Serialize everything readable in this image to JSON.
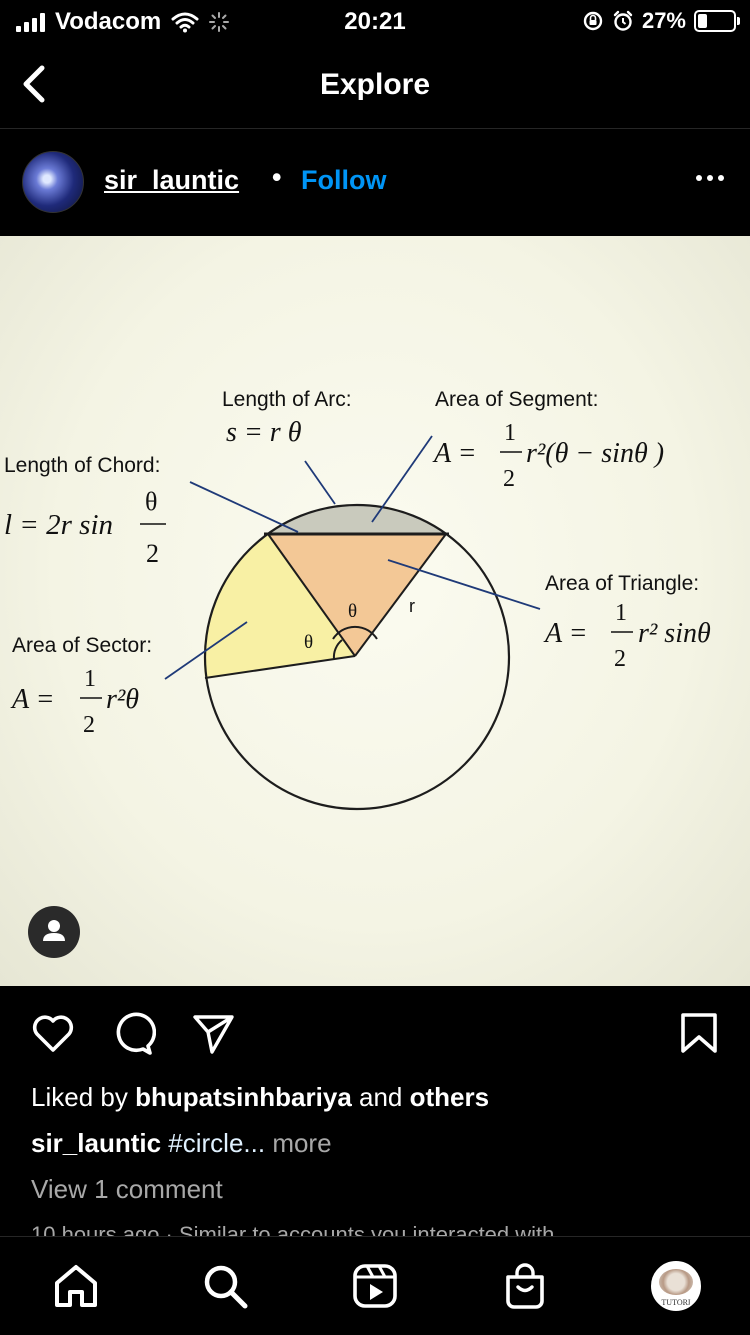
{
  "status_bar": {
    "carrier": "Vodacom",
    "time": "20:21",
    "battery_percent": "27%",
    "battery_level": 0.27,
    "icons": [
      "signal-icon",
      "wifi-icon",
      "loading-icon",
      "orientation-lock-icon",
      "alarm-icon",
      "battery-icon"
    ]
  },
  "nav": {
    "title": "Explore",
    "back_icon": "chevron-left-icon"
  },
  "post": {
    "username": "sir_launtic",
    "separator": "•",
    "follow_label": "Follow",
    "more_icon": "more-horizontal-icon"
  },
  "diagram": {
    "chord": {
      "heading": "Length of Chord:",
      "lhs": "l = 2r sin",
      "num": "θ",
      "den": "2"
    },
    "arc": {
      "heading": "Length of Arc:",
      "formula": "s = r θ"
    },
    "segment": {
      "heading": "Area of Segment:",
      "lhs": "A =",
      "num": "1",
      "den": "2",
      "rest": "r²(θ − sinθ )"
    },
    "triangle": {
      "heading": "Area of Triangle:",
      "lhs": "A =",
      "num": "1",
      "den": "2",
      "rest": "r² sinθ"
    },
    "sector": {
      "heading": "Area of Sector:",
      "lhs": "A =",
      "num": "1",
      "den": "2",
      "rest": "r²θ"
    },
    "labels": {
      "theta_top": "θ",
      "theta_left": "θ",
      "radius": "r"
    },
    "colors": {
      "sector": "#f8f0a4",
      "triangle": "#f3c896",
      "segment": "#c9cabd",
      "line": "#1d1d1d",
      "leader": "#1f3a78"
    }
  },
  "actions": {
    "icons": [
      "heart-icon",
      "comment-icon",
      "share-icon",
      "bookmark-icon"
    ]
  },
  "likes": {
    "prefix": "Liked by ",
    "user": "bhupatsinhbariya",
    "and": " and ",
    "others": "others"
  },
  "caption": {
    "user": "sir_launtic",
    "text": " #circle...",
    "more": " more"
  },
  "comments_link": "View 1 comment",
  "timestamp": "10 hours ago · Similar to accounts you interacted with",
  "tabbar": {
    "icons": [
      "home-icon",
      "search-icon",
      "reels-icon",
      "shop-icon"
    ],
    "profile_text": "TUTORI"
  }
}
